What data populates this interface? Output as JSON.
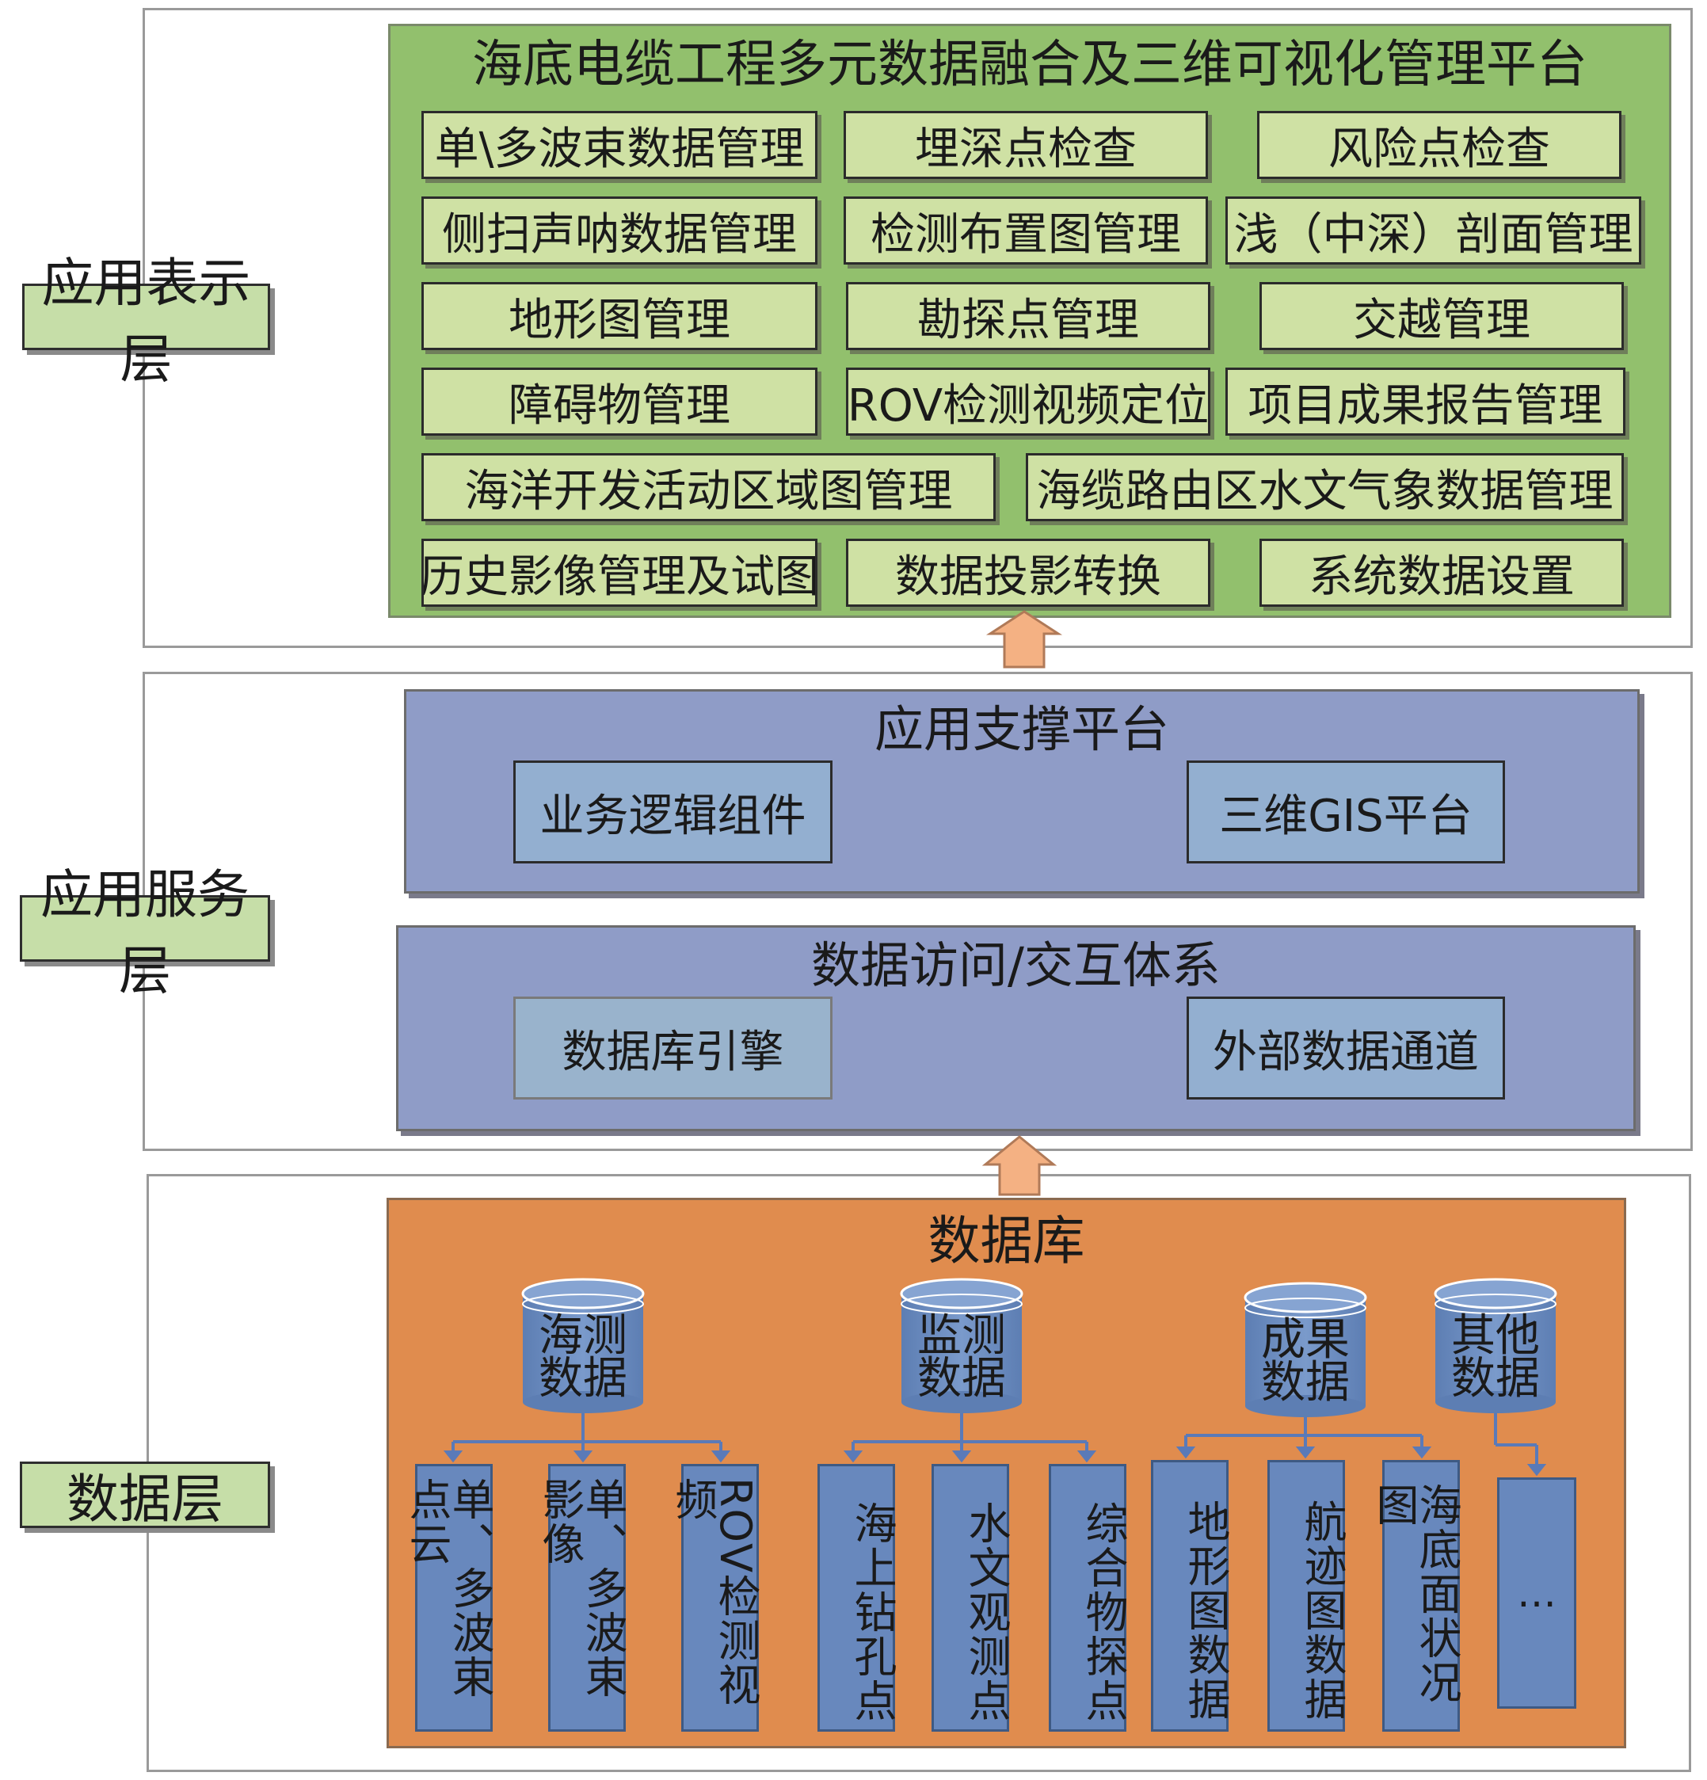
{
  "layers": {
    "presentation": "应用表示层",
    "service": "应用服务层",
    "data": "数据层"
  },
  "presentation_platform": {
    "title": "海底电缆工程多元数据融合及三维可视化管理平台",
    "modules": [
      "单\\多波束数据管理",
      "埋深点检查",
      "风险点检查",
      "侧扫声呐数据管理",
      "检测布置图管理",
      "浅（中深）剖面管理",
      "地形图管理",
      "勘探点管理",
      "交越管理",
      "障碍物管理",
      "ROV检测视频定位",
      "项目成果报告管理",
      "海洋开发活动区域图管理",
      "海缆路由区水文气象数据管理",
      "历史影像管理及试图",
      "数据投影转换",
      "系统数据设置"
    ]
  },
  "app_support": {
    "title": "应用支撑平台",
    "items": [
      "业务逻辑组件",
      "三维GIS平台"
    ]
  },
  "data_access": {
    "title": "数据访问/交互体系",
    "items": [
      "数据库引擎",
      "外部数据通道"
    ]
  },
  "database": {
    "title": "数据库",
    "groups": [
      {
        "name_lines": [
          "海测",
          "数据"
        ],
        "leaves": [
          "单、多波束点云",
          "单、多波束影像",
          "ROV检测视频"
        ]
      },
      {
        "name_lines": [
          "监测",
          "数据"
        ],
        "leaves": [
          "海上钻孔点",
          "水文观测点",
          "综合物探点"
        ]
      },
      {
        "name_lines": [
          "成果",
          "数据"
        ],
        "leaves": [
          "地形图数据",
          "航迹图数据",
          "海底面状况图"
        ]
      },
      {
        "name_lines": [
          "其他",
          "数据"
        ],
        "leaves": [
          "…"
        ]
      }
    ]
  },
  "colors": {
    "green_main": "#92c06d",
    "green_item": "#cfe1a4",
    "blue_main": "#8f9cc7",
    "blue_item": "#93afd0",
    "orange_main": "#e08c4e",
    "db_blue": "#6888bd",
    "arrow": "#f4b183"
  }
}
